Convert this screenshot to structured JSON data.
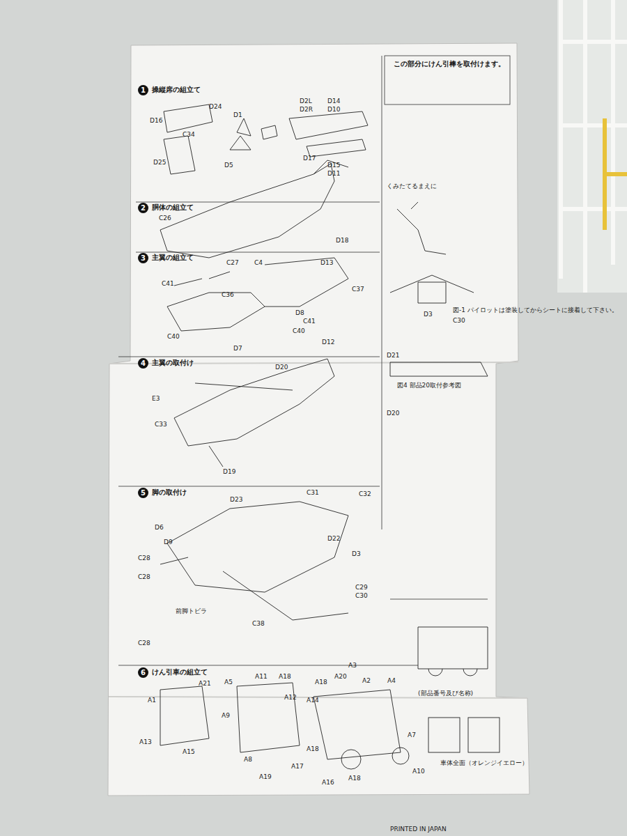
{
  "diagram": {
    "labels": [
      "1",
      "操縦席の組立て",
      "2",
      "胴体の組立て",
      "3",
      "主翼の組立て",
      "4",
      "主翼の取付け",
      "5",
      "脚の取付け",
      "6",
      "けん引車の組立て",
      "D24",
      "D16",
      "C34",
      "D25",
      "D1",
      "D5",
      "D2L",
      "D2R",
      "D14",
      "D10",
      "D15",
      "D11",
      "D17",
      "C26",
      "C27",
      "C4",
      "D18",
      "D13",
      "C41",
      "C36",
      "D8",
      "C37",
      "C41",
      "C40",
      "D12",
      "C40",
      "D7",
      "D20",
      "E3",
      "C33",
      "D19",
      "D23",
      "C31",
      "C32",
      "D6",
      "D9",
      "D22",
      "D3",
      "C28",
      "C28",
      "C29",
      "C30",
      "C38",
      "前脚トビラ",
      "C28",
      "A21",
      "A5",
      "A11",
      "A18",
      "A12",
      "A14",
      "A18",
      "A20",
      "A3",
      "A2",
      "A4",
      "A1",
      "A9",
      "A7",
      "A15",
      "A13",
      "A8",
      "A18",
      "A17",
      "A19",
      "A18",
      "A10",
      "A16",
      "この部分にけん引棒を取付けます。",
      "くみたてるまえに",
      "図-1 パイロットは塗装してからシートに接着して下さい。",
      "C30",
      "D3",
      "D21",
      "図4 部品20取付参考図",
      "D20",
      "(部品番号及び名称)",
      "車体全面（オレンジイエロー）",
      "PRINTED IN JAPAN"
    ]
  }
}
